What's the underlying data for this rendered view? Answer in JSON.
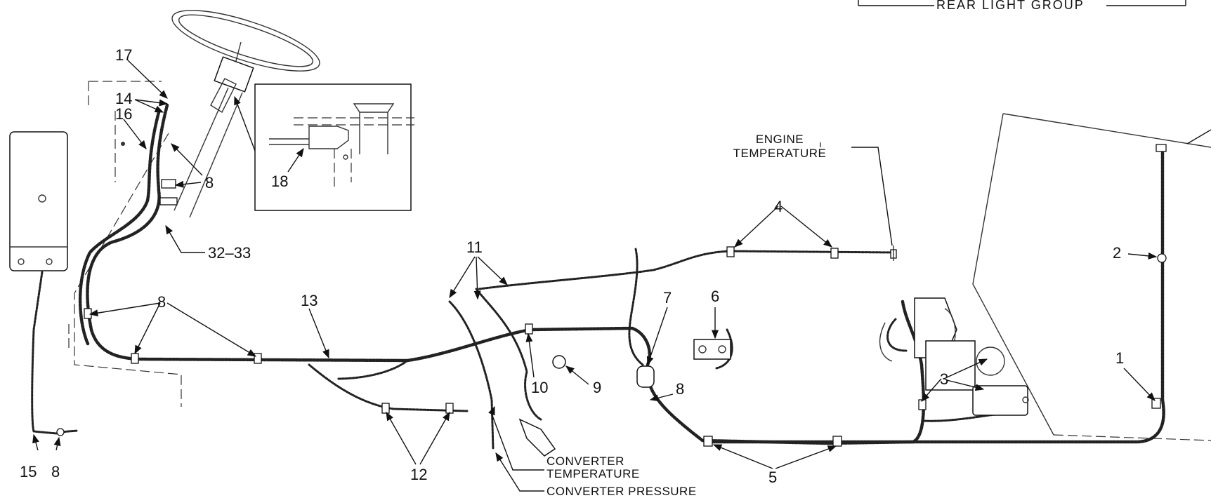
{
  "header": {
    "label": "REAR LIGHT GROUP"
  },
  "callouts": {
    "c1": "1",
    "c2": "2",
    "c3": "3",
    "c4": "4",
    "c5": "5",
    "c6": "6",
    "c7": "7",
    "c8a": "8",
    "c8b": "8",
    "c8c": "8",
    "c8d": "8",
    "c9": "9",
    "c10": "10",
    "c11": "11",
    "c12": "12",
    "c13": "13",
    "c14": "14",
    "c15": "15",
    "c16": "16",
    "c17": "17",
    "c18": "18",
    "c3233": "32–33"
  },
  "captions": {
    "engine_temp_1": "ENGINE",
    "engine_temp_2": "TEMPERATURE",
    "converter_temp_1": "CONVERTER",
    "converter_temp_2": "TEMPERATURE",
    "converter_pressure": "CONVERTER PRESSURE"
  }
}
